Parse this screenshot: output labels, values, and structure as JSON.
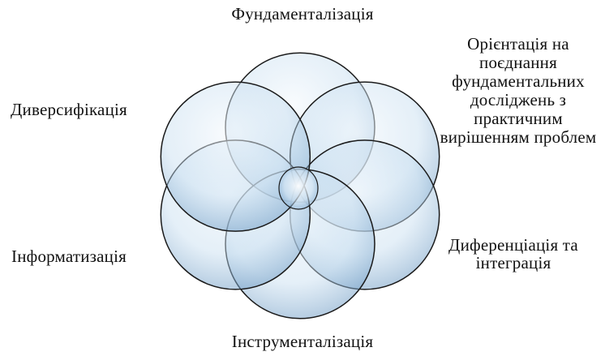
{
  "diagram": {
    "center_petal_count": 6,
    "colors": {
      "circle_fill_light": "#eef6fc",
      "circle_fill_mid": "#bcd6ec",
      "circle_fill_dark": "#5f90bd",
      "circle_stroke": "#1a1a1a",
      "core_highlight": "#ffffff"
    },
    "labels": {
      "top": "Фундаменталізація",
      "top_left": "Диверсифікація",
      "top_right": "Орієнтація на поєднання фундаментальних досліджень з практичним вирішенням проблем",
      "bottom_left": "Інформатизація",
      "bottom_right": "Диференціація та інтеграція",
      "bottom": "Інструменталізація"
    }
  }
}
